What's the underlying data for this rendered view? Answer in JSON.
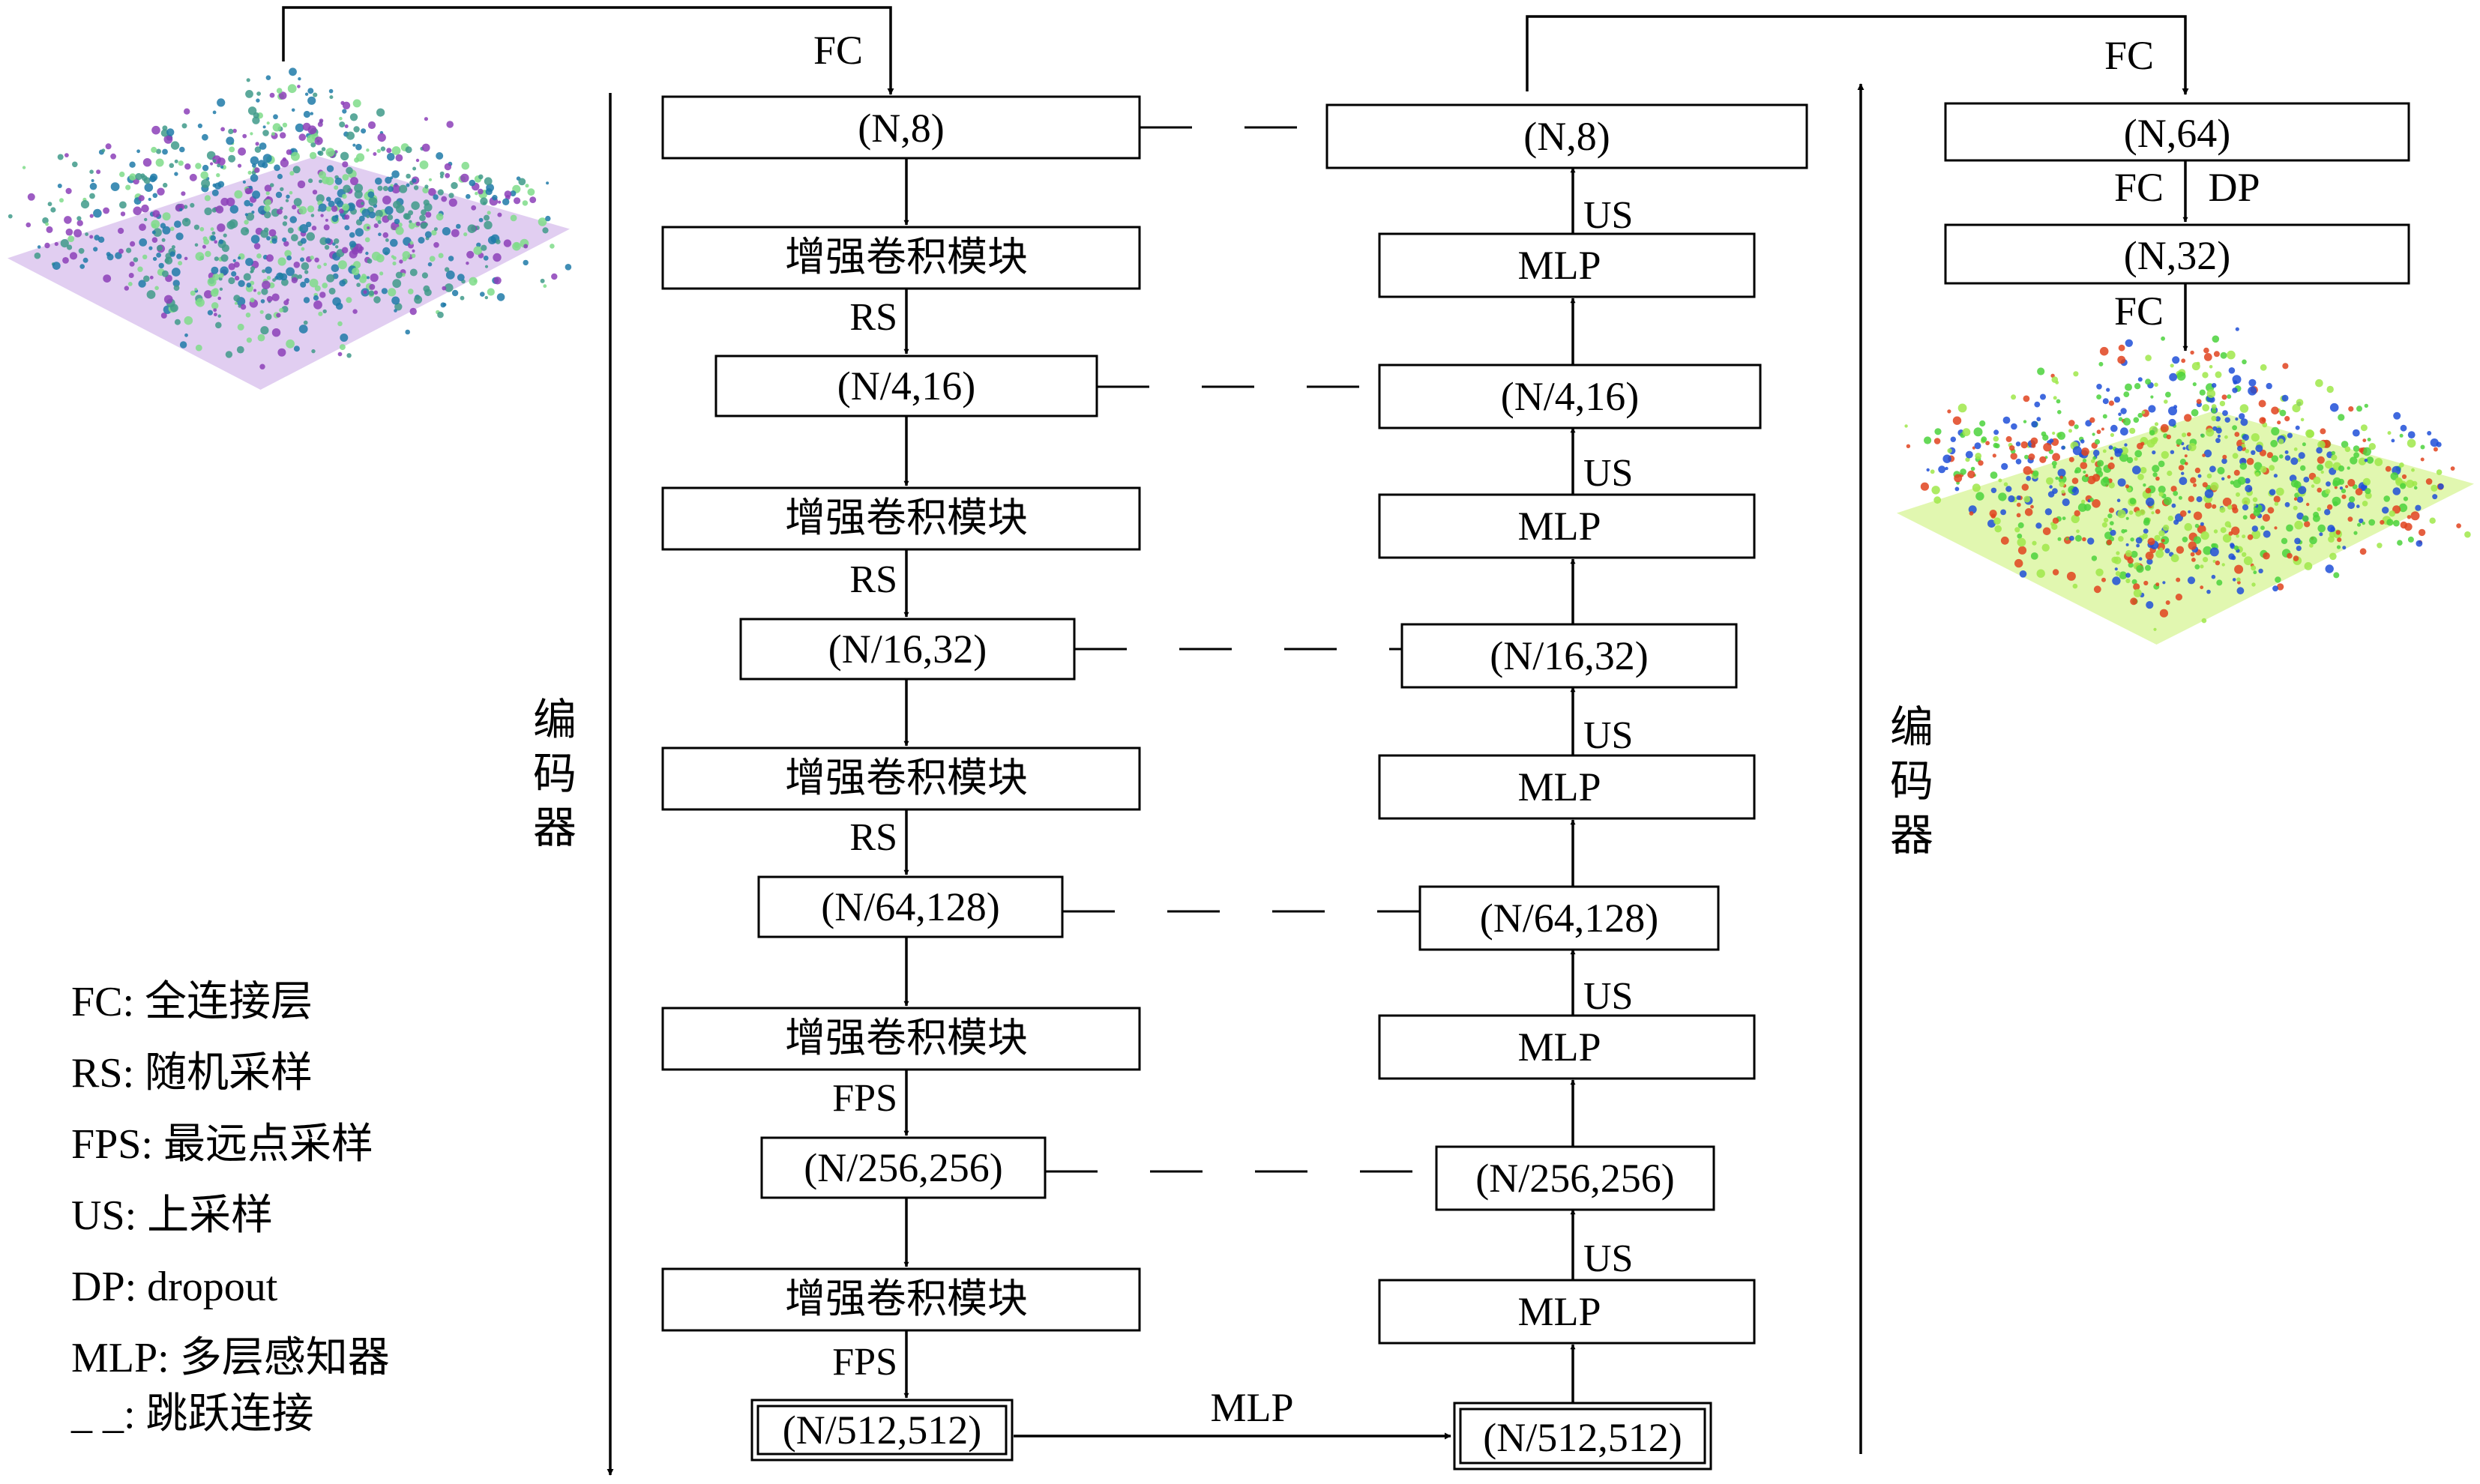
{
  "encoder_steps": [
    {
      "block": "增强卷积模块",
      "sampling": "RS",
      "output": "(N/4,16)"
    },
    {
      "block": "增强卷积模块",
      "sampling": "RS",
      "output": "(N/16,32)"
    },
    {
      "block": "增强卷积模块",
      "sampling": "RS",
      "output": "(N/64,128)"
    },
    {
      "block": "增强卷积模块",
      "sampling": "FPS",
      "output": "(N/256,256)"
    },
    {
      "block": "增强卷积模块",
      "sampling": "FPS",
      "output": "(N/512,512)"
    }
  ],
  "encoder_input": {
    "fc_label": "FC",
    "output": "(N,8)"
  },
  "decoder": {
    "bottleneck_label": "MLP",
    "bottleneck_output": "(N/512,512)",
    "block_label": "MLP",
    "upsample_label": "US",
    "outputs": [
      "(N/256,256)",
      "(N/64,128)",
      "(N/16,32)",
      "(N/4,16)",
      "(N,8)"
    ]
  },
  "head": {
    "fc_label_1": "FC",
    "box_1": "(N,64)",
    "fc_label_2": "FC",
    "dp_label": "DP",
    "box_2": "(N,32)",
    "fc_label_3": "FC"
  },
  "side_label_left": "编码器",
  "side_label_right": "编码器",
  "legend": [
    "FC: 全连接层",
    "RS: 随机采样",
    "FPS: 最远点采样",
    "US: 上采样",
    "DP: dropout",
    "MLP: 多层感知器",
    "_ _: 跳跃连接"
  ],
  "point_cloud_colors": {
    "input": [
      "#3f9a8a",
      "#1e7aa8",
      "#8c3fb8",
      "#7fdc8a",
      "#c9a6e6"
    ],
    "output": [
      "#9fe84a",
      "#4bd23c",
      "#1f4fd8",
      "#e0431e",
      "#c8f070"
    ]
  }
}
